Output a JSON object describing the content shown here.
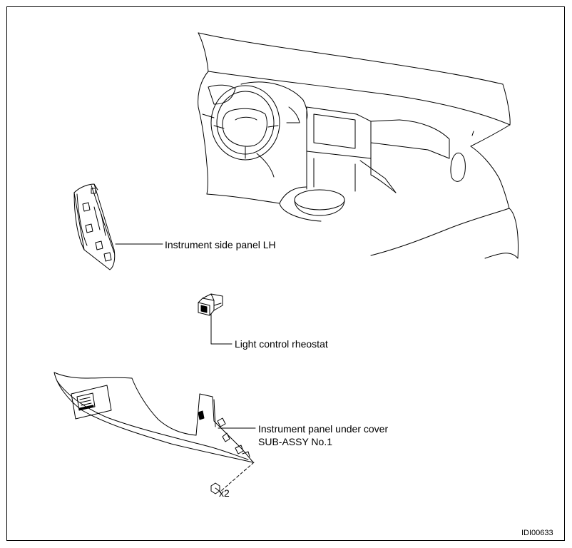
{
  "labels": {
    "side_panel": "Instrument side panel LH",
    "rheostat": "Light control rheostat",
    "under_cover_line1": "Instrument panel under cover",
    "under_cover_line2": "SUB-ASSY No.1",
    "screw_qty": "x2"
  },
  "figure_id": "IDI00633"
}
